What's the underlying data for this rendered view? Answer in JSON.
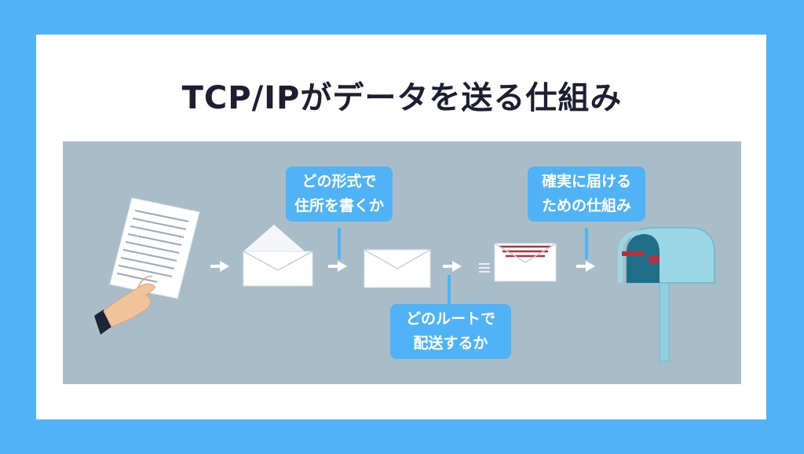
{
  "title": "TCP/IPがデータを送る仕組み",
  "callouts": {
    "format": {
      "line1": "どの形式で",
      "line2": "住所を書くか"
    },
    "route": {
      "line1": "どのルートで",
      "line2": "配送するか"
    },
    "delivery": {
      "line1": "確実に届ける",
      "line2": "ための仕組み"
    }
  },
  "colors": {
    "background": "#4fb3f5",
    "card": "#ffffff",
    "panel": "#a9bdc9",
    "accent": "#4fb3f5",
    "title": "#1e1e33"
  }
}
